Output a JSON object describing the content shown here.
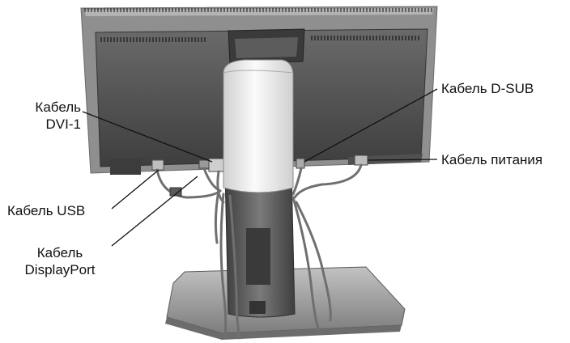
{
  "labels": {
    "dvi": {
      "line1": "Кабель",
      "line2": "DVI-1"
    },
    "dsub": "Кабель D-SUB",
    "power": "Кабель питания",
    "usb": "Кабель USB",
    "displayport": {
      "line1": "Кабель",
      "line2": "DisplayPort"
    }
  },
  "colors": {
    "background": "#ffffff",
    "monitor_body": "#4a4a4a",
    "monitor_edge": "#8e8e8e",
    "stand_neck": "#5c5c5c",
    "cable_cover": "#ededed",
    "base": "#9a9a9a",
    "cable": "#6f6f6f",
    "leader_line": "#111111"
  }
}
